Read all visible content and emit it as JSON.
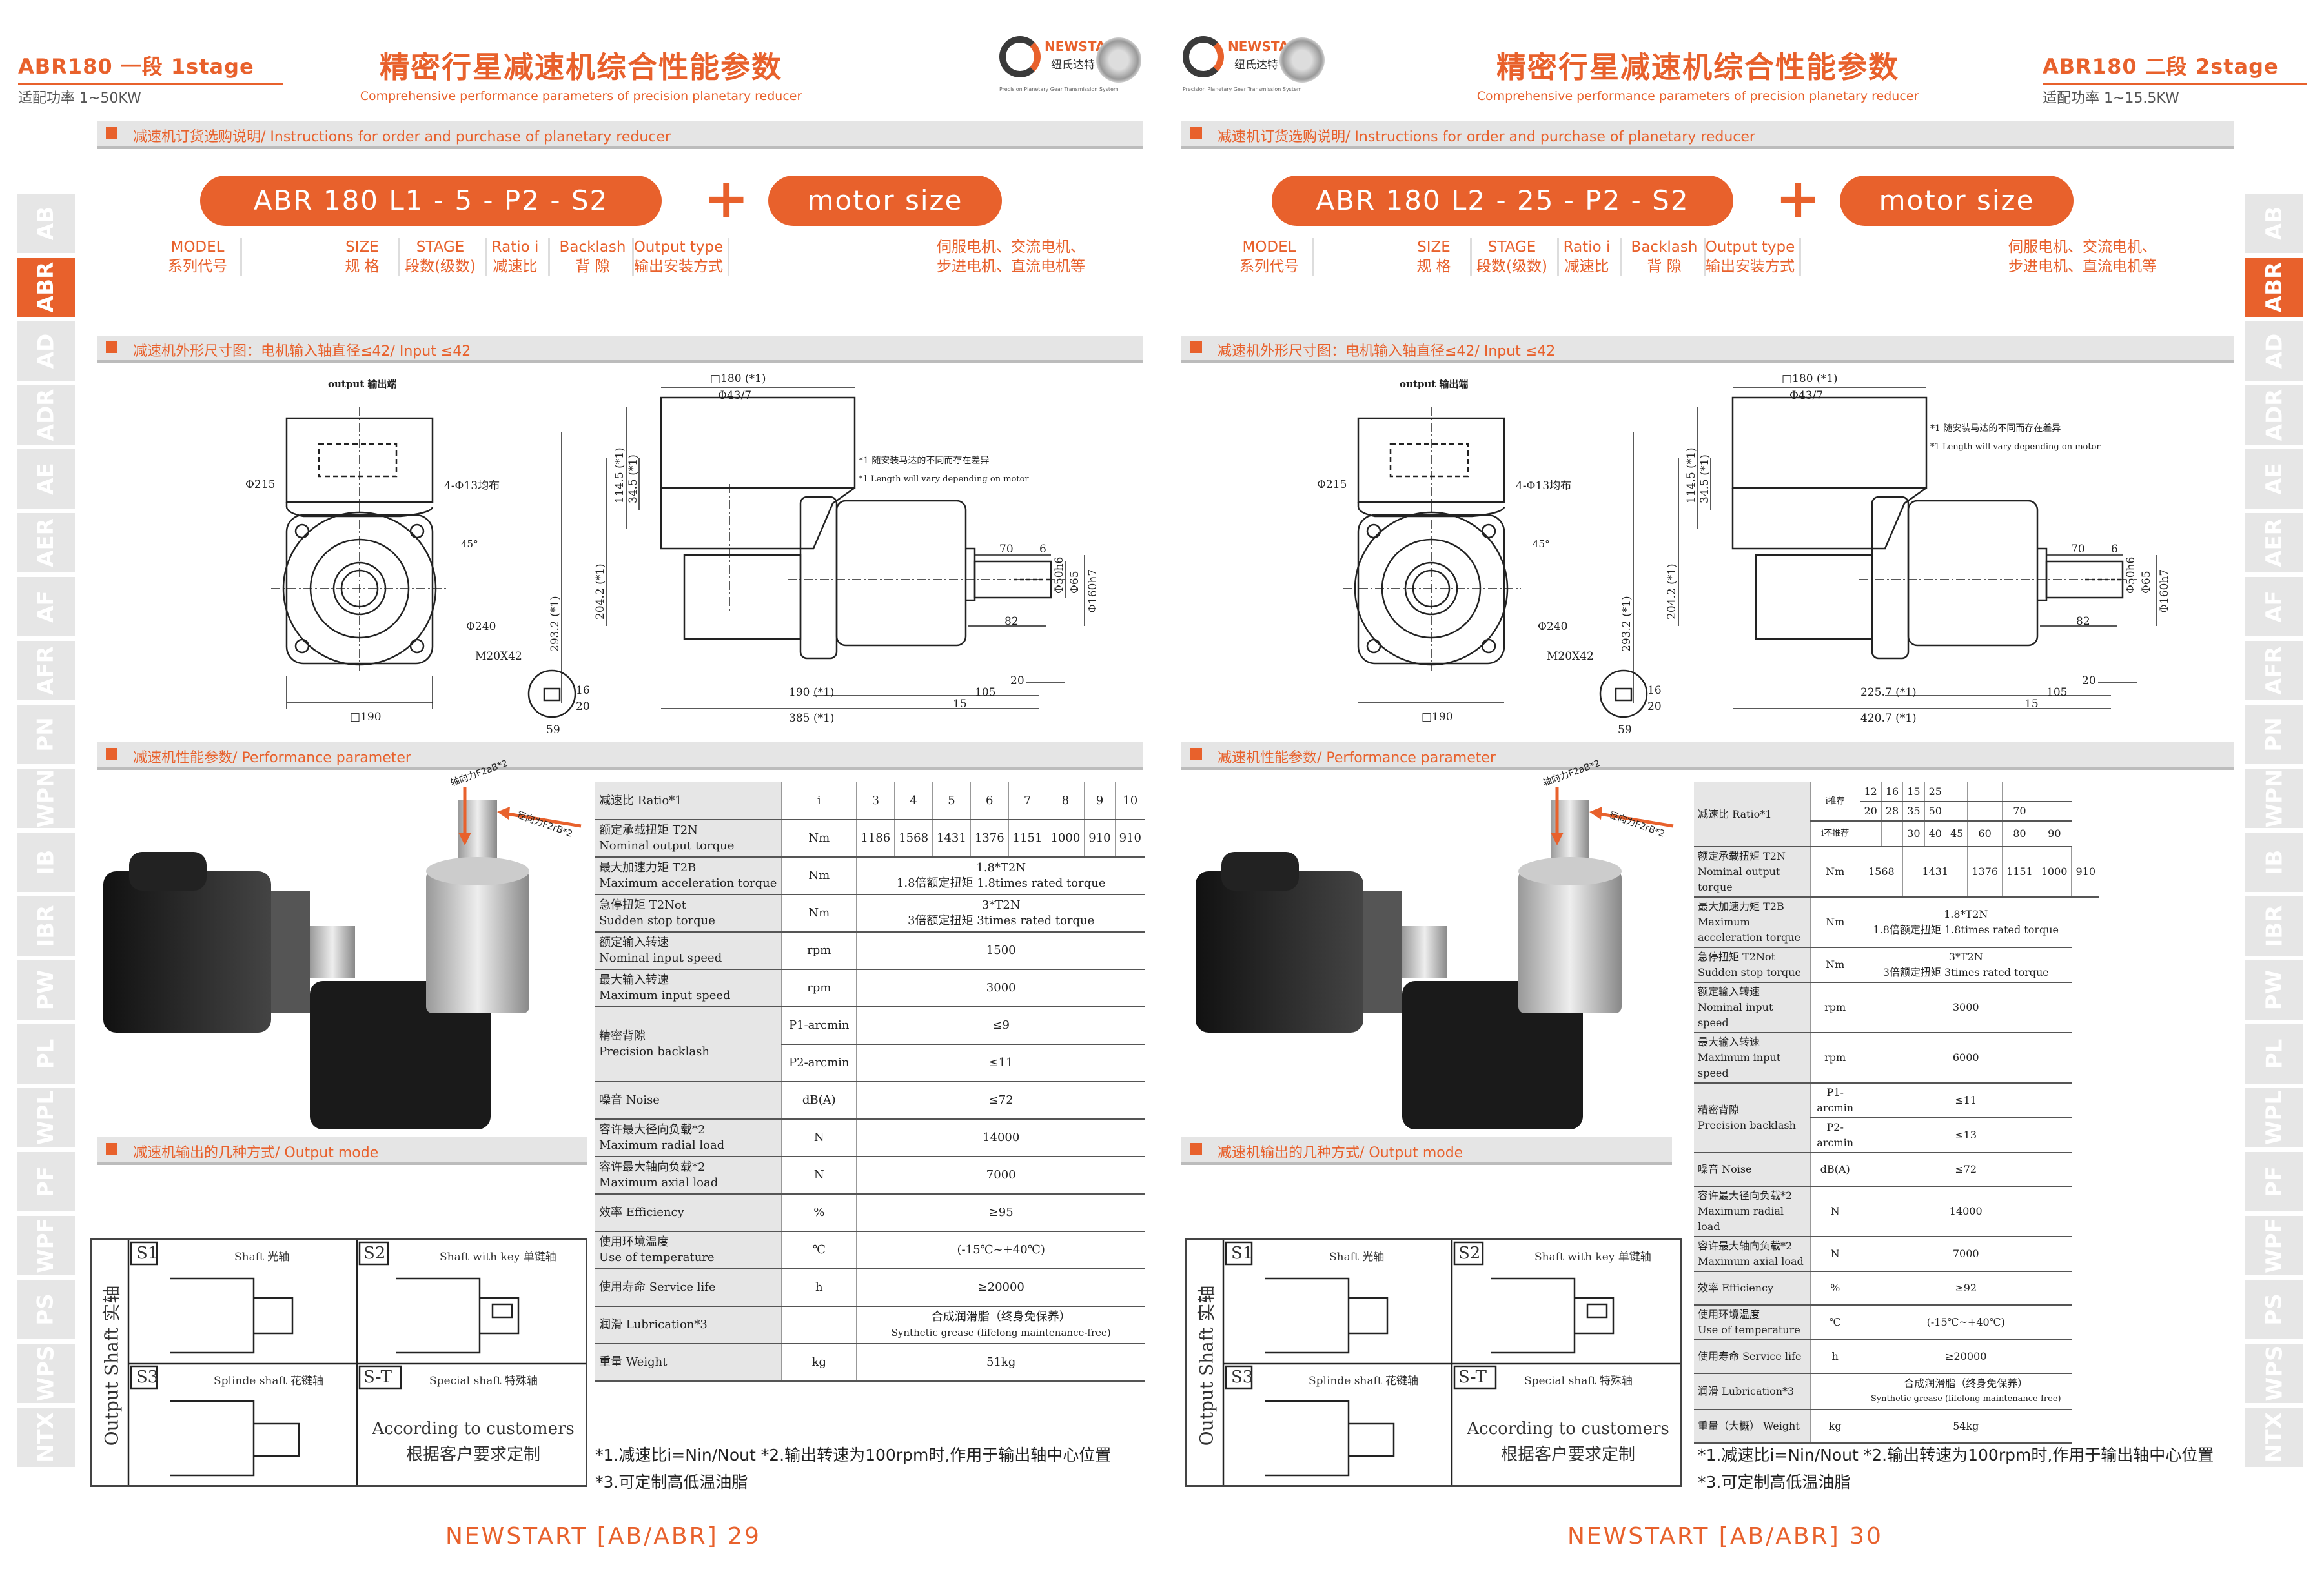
{
  "brand": {
    "name": "NEWSTART",
    "name_cn": "纽氏达特",
    "tagline": "Precision Planetary Gear Transmission System"
  },
  "title": {
    "cn": "精密行星减速机综合性能参数",
    "en": "Comprehensive performance parameters of precision planetary reducer"
  },
  "sections": {
    "order": "减速机订货选购说明/ Instructions for order and purchase of planetary reducer",
    "dims": "减速机外形尺寸图：电机输入轴直径≤42/ Input ≤42",
    "perf": "减速机性能参数/ Performance parameter",
    "output": "减速机输出的几种方式/ Output mode"
  },
  "code_labels": {
    "model": [
      "MODEL",
      "系列代号"
    ],
    "size": [
      "SIZE",
      "规 格"
    ],
    "stage": [
      "STAGE",
      "段数(级数)"
    ],
    "ratio": [
      "Ratio i",
      "减速比"
    ],
    "backlash": [
      "Backlash",
      "背 隙"
    ],
    "output": [
      "Output type",
      "输出安装方式"
    ],
    "motor": [
      "伺服电机、交流电机、",
      "步进电机、直流电机等"
    ]
  },
  "motor_pill": "motor size",
  "plus": "+",
  "side_tabs": [
    "AB",
    "ABR",
    "AD",
    "ADR",
    "AE",
    "AER",
    "AF",
    "AFR",
    "PN",
    "WPN",
    "IB",
    "IBR",
    "PW",
    "PL",
    "WPL",
    "PF",
    "WPF",
    "PS",
    "WPS",
    "NTX"
  ],
  "drawing_labels": {
    "output": "output 输出端",
    "d215": "Φ215",
    "holes": "4-Φ13均布",
    "d240": "Φ240",
    "thread": "M20X42",
    "deg45": "45°",
    "sq190": "□190",
    "dim59": "59",
    "dim16": "16",
    "dim20": "20",
    "dim180top": "□180 (*1)",
    "dim437": "Φ43/7",
    "h1145": "114.5 (*1)",
    "h345": "34.5 (*1)",
    "h2042": "204.2 (*1)",
    "h2932": "293.2 (*1)",
    "dim70": "70",
    "dim6": "6",
    "dim50": "Φ50h6",
    "dim65": "Φ65",
    "dim160": "Φ160h7",
    "dim82": "82",
    "dim15": "15",
    "dim105": "105",
    "note_cn": "*1 随安装马达的不同而存在差异",
    "note_en": "*1 Length will vary depending on motor",
    "force_axial": "轴向力F2aB*2",
    "force_radial": "径向力F2rB*2"
  },
  "output_modes": {
    "side_label": "Output Shaft 实轴",
    "s1": "S1",
    "s1_text": "Shaft 光轴",
    "s2": "S2",
    "s2_text": "Shaft with key 单键轴",
    "s3": "S3",
    "s3_text": "Splinde shaft 花键轴",
    "st": "S-T",
    "st_text": "Special shaft 特殊轴",
    "custom_en": "According to customers",
    "custom_cn": "根据客户要求定制"
  },
  "left": {
    "stage": "ABR180 一段 1stage",
    "power": "适配功率 1~50KW",
    "code": "ABR 180  L1  -  5  -  P2  -  S2",
    "dims": {
      "len1": "190 (*1)",
      "len2": "385 (*1)"
    },
    "table": {
      "ratio_label": "减速比 Ratio*1",
      "ratio_unit": "i",
      "ratios": [
        "3",
        "4",
        "5",
        "6",
        "7",
        "8",
        "9",
        "10"
      ],
      "rows": [
        {
          "cn": "额定承载扭矩 T2N",
          "en": "Nominal output torque",
          "unit": "Nm",
          "vals": [
            "1186",
            "1568",
            "1431",
            "1376",
            "1151",
            "1000",
            "910",
            "910"
          ]
        },
        {
          "cn": "最大加速力矩 T2B",
          "en": "Maximum acceleration torque",
          "unit": "Nm",
          "v1": "1.8*T2N",
          "v2": "1.8倍额定扭矩 1.8times rated torque"
        },
        {
          "cn": "急停扭矩 T2Not",
          "en": "Sudden stop torque",
          "unit": "Nm",
          "v1": "3*T2N",
          "v2": "3倍额定扭矩 3times rated torque"
        },
        {
          "cn": "额定输入转速",
          "en": "Nominal input speed",
          "unit": "rpm",
          "v1": "1500"
        },
        {
          "cn": "最大输入转速",
          "en": "Maximum input speed",
          "unit": "rpm",
          "v1": "3000"
        }
      ],
      "backlash_cn": "精密背隙",
      "backlash_en": "Precision backlash",
      "p1": "P1-arcmin",
      "p1v": "≤9",
      "p2": "P2-arcmin",
      "p2v": "≤11",
      "rows2": [
        {
          "cn": "噪音 Noise",
          "en": "",
          "unit": "dB(A)",
          "v1": "≤72"
        },
        {
          "cn": "容许最大径向负载*2",
          "en": "Maximum radial load",
          "unit": "N",
          "v1": "14000"
        },
        {
          "cn": "容许最大轴向负载*2",
          "en": "Maximum axial load",
          "unit": "N",
          "v1": "7000"
        },
        {
          "cn": "效率 Efficiency",
          "en": "",
          "unit": "%",
          "v1": "≥95"
        },
        {
          "cn": "使用环境温度",
          "en": "Use of temperature",
          "unit": "℃",
          "v1": "(-15℃~+40℃)"
        },
        {
          "cn": "使用寿命 Service life",
          "en": "",
          "unit": "h",
          "v1": "≥20000"
        },
        {
          "cn": "润滑 Lubrication*3",
          "en": "",
          "unit": "",
          "v1": "合成润滑脂（终身免保养）",
          "v2": "Synthetic grease (lifelong maintenance-free)"
        },
        {
          "cn": "重量 Weight",
          "en": "",
          "unit": "kg",
          "v1": "51kg"
        }
      ]
    },
    "footnote1": "*1.减速比i=Nin/Nout  *2.输出转速为100rpm时,作用于输出轴中心位置",
    "footnote2": "*3.可定制高低温油脂",
    "footer": "NEWSTART [AB/ABR] 29"
  },
  "right": {
    "stage": "ABR180 二段 2stage",
    "power": "适配功率 1~15.5KW",
    "code": "ABR 180  L2  -  25  -  P2  -  S2",
    "dims": {
      "len1": "225.7 (*1)",
      "len2": "420.7 (*1)"
    },
    "table": {
      "ratio_label": "减速比 Ratio*1",
      "ratio_sub1": "i推荐",
      "ratio_sub2": "i不推荐",
      "ratios_a": [
        "12",
        "16",
        "15",
        "25",
        "",
        "",
        "",
        ""
      ],
      "ratios_b": [
        "20",
        "28",
        "35",
        "50",
        "",
        "",
        "70",
        ""
      ],
      "ratios_c": [
        "",
        "",
        "30",
        "40",
        "45",
        "60",
        "80",
        "90"
      ],
      "rows": [
        {
          "cn": "额定承载扭矩 T2N",
          "en": "Nominal output torque",
          "unit": "Nm",
          "vals": [
            "1568",
            "1431",
            "1376",
            "1151",
            "1000",
            "910"
          ]
        },
        {
          "cn": "最大加速力矩 T2B",
          "en": "Maximum acceleration torque",
          "unit": "Nm",
          "v1": "1.8*T2N",
          "v2": "1.8倍额定扭矩 1.8times rated torque"
        },
        {
          "cn": "急停扭矩 T2Not",
          "en": "Sudden stop torque",
          "unit": "Nm",
          "v1": "3*T2N",
          "v2": "3倍额定扭矩 3times rated torque"
        },
        {
          "cn": "额定输入转速",
          "en": "Nominal input speed",
          "unit": "rpm",
          "v1": "3000"
        },
        {
          "cn": "最大输入转速",
          "en": "Maximum input speed",
          "unit": "rpm",
          "v1": "6000"
        }
      ],
      "backlash_cn": "精密背隙",
      "backlash_en": "Precision backlash",
      "p1": "P1-arcmin",
      "p1v": "≤11",
      "p2": "P2-arcmin",
      "p2v": "≤13",
      "rows2": [
        {
          "cn": "噪音 Noise",
          "en": "",
          "unit": "dB(A)",
          "v1": "≤72"
        },
        {
          "cn": "容许最大径向负载*2",
          "en": "Maximum radial load",
          "unit": "N",
          "v1": "14000"
        },
        {
          "cn": "容许最大轴向负载*2",
          "en": "Maximum axial load",
          "unit": "N",
          "v1": "7000"
        },
        {
          "cn": "效率 Efficiency",
          "en": "",
          "unit": "%",
          "v1": "≥92"
        },
        {
          "cn": "使用环境温度",
          "en": "Use of temperature",
          "unit": "℃",
          "v1": "(-15℃~+40℃)"
        },
        {
          "cn": "使用寿命 Service life",
          "en": "",
          "unit": "h",
          "v1": "≥20000"
        },
        {
          "cn": "润滑 Lubrication*3",
          "en": "",
          "unit": "",
          "v1": "合成润滑脂（终身免保养）",
          "v2": "Synthetic grease (lifelong maintenance-free)"
        },
        {
          "cn": "重量（大概） Weight",
          "en": "",
          "unit": "kg",
          "v1": "54kg"
        }
      ]
    },
    "footnote1": "*1.减速比i=Nin/Nout  *2.输出转速为100rpm时,作用于输出轴中心位置",
    "footnote2": "*3.可定制高低温油脂",
    "footer": "NEWSTART [AB/ABR] 30"
  }
}
